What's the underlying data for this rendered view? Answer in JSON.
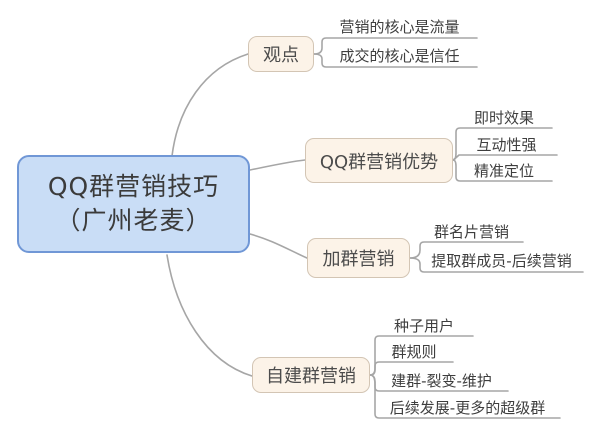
{
  "colors": {
    "background": "#ffffff",
    "central_node_fill": "#c9ddf6",
    "central_node_border": "#7097d6",
    "branch_node_fill": "#fcf3e8",
    "branch_node_border": "#d3c5b4",
    "connector_line": "#a6a6a6",
    "text": "#3e3e3e"
  },
  "mindmap": {
    "root": {
      "line1": "QQ群营销技巧",
      "line2": "（广州老麦）"
    },
    "branches": [
      {
        "label": "观点",
        "children": [
          "营销的核心是流量",
          "成交的核心是信任"
        ]
      },
      {
        "label": "QQ群营销优势",
        "children": [
          "即时效果",
          "互动性强",
          "精准定位"
        ]
      },
      {
        "label": "加群营销",
        "children": [
          "群名片营销",
          "提取群成员-后续营销"
        ]
      },
      {
        "label": "自建群营销",
        "children": [
          "种子用户",
          "群规则",
          "建群-裂变-维护",
          "后续发展-更多的超级群"
        ]
      }
    ]
  }
}
